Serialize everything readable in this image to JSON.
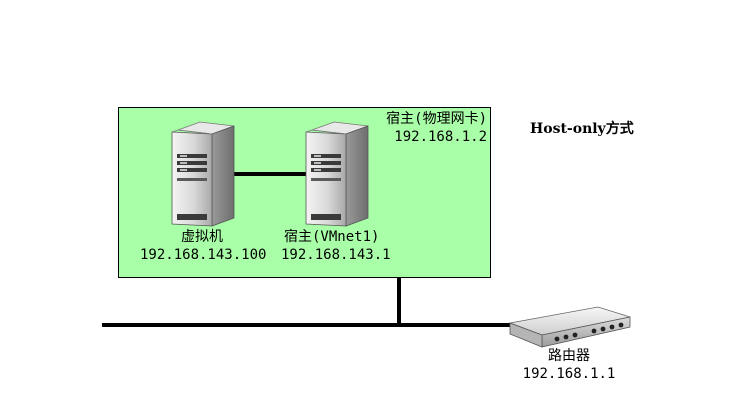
{
  "diagram": {
    "title": "Host-only方式",
    "host_box": {
      "title": "宿主(物理网卡)",
      "ip": "192.168.1.2",
      "fill_color": "#a8ffa8",
      "border_color": "#000000"
    },
    "vm": {
      "name": "虚拟机",
      "ip": "192.168.143.100",
      "icon": "server-icon"
    },
    "host_adapter": {
      "name": "宿主(VMnet1)",
      "ip": "192.168.143.1",
      "icon": "server-icon"
    },
    "router": {
      "name": "路由器",
      "ip": "192.168.1.1",
      "icon": "router-icon"
    }
  }
}
